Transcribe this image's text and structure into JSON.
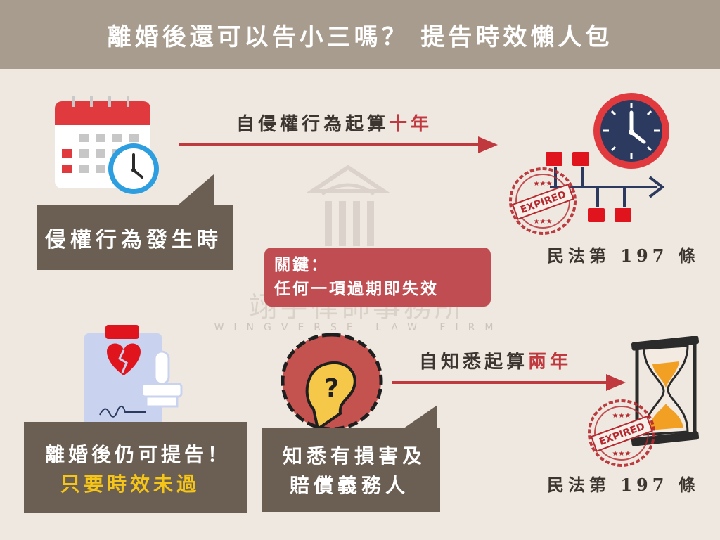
{
  "header": {
    "title": "離婚後還可以告小三嗎？ 提告時效懶人包"
  },
  "top": {
    "arrow_text": "自侵權行為起算",
    "arrow_highlight": "十年",
    "box_label": "侵權行為發生時",
    "law_ref": "民法第 197 條",
    "stamp_text": "EXPIRED"
  },
  "key": {
    "line1": "關鍵：",
    "line2": "任何一項過期即失效"
  },
  "watermark": {
    "name": "翊宇律師事務所",
    "sub": "WINGVERSE LAW FIRM"
  },
  "bottom": {
    "left_line1": "離婚後仍可提告！",
    "left_line2": "只要時效未過",
    "mid_line1": "知悉有損害及",
    "mid_line2": "賠償義務人",
    "arrow_text": "自知悉起算",
    "arrow_highlight": "兩年",
    "law_ref": "民法第 197 條",
    "stamp_text": "EXPIRED"
  },
  "icons": {
    "calendar": "calendar-clock-icon",
    "alarm_clock": "clock-icon",
    "timeline": "timeline-icon",
    "clipboard": "broken-heart-document-icon",
    "question": "question-head-icon",
    "hourglass": "hourglass-icon",
    "stamp": "expired-stamp-icon"
  },
  "colors": {
    "header_bg": "#a89c8e",
    "page_bg": "#efe8e0",
    "accent_red": "#c0393f",
    "box_brown": "#6b5e52",
    "key_red": "#c04d52",
    "highlight_yellow": "#f5c518"
  }
}
